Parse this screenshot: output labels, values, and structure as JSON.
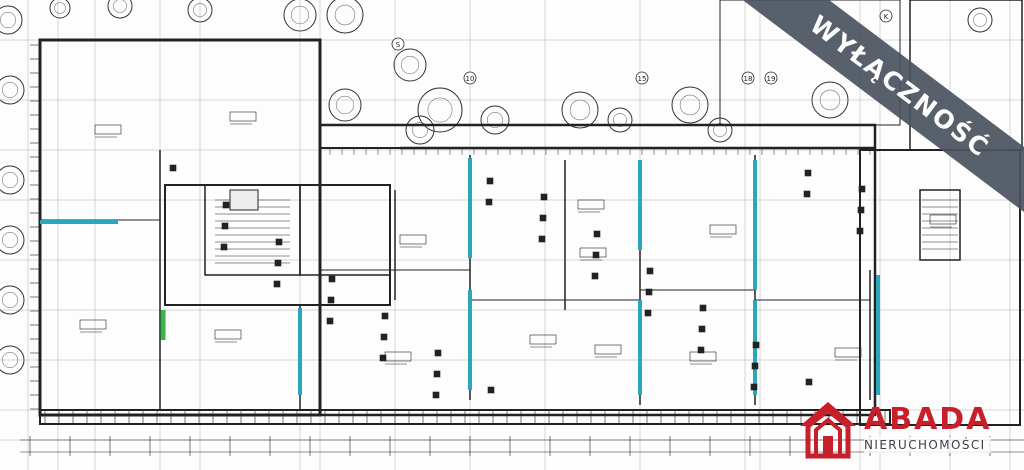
{
  "watermark": {
    "text": "WYŁĄCZNOŚĆ",
    "band_color": "#4a5260"
  },
  "logo": {
    "name": "ABADA",
    "subtitle": "NIERUCHOMOŚCI",
    "brand_color": "#c8202a",
    "icon": "house-icon"
  },
  "plan": {
    "grid_labels": [
      "S",
      "10",
      "15",
      "18",
      "19",
      "K"
    ],
    "accent_colors": {
      "wall_highlight": "#2aa7b8",
      "door_highlight": "#3bb34a"
    }
  }
}
